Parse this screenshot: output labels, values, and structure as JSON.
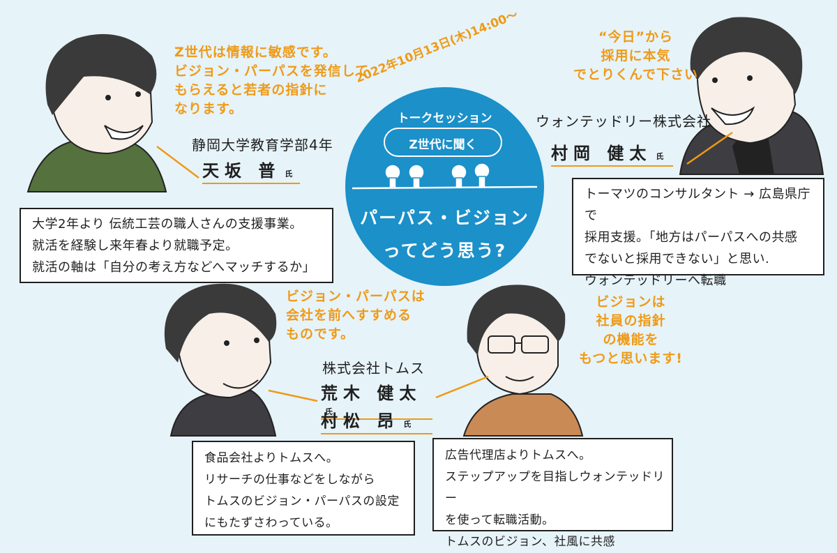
{
  "center": {
    "date": "2022年10月13日(木)14:00〜",
    "session": "トークセッション",
    "bubble": "Z世代に聞く",
    "title1": "パーパス・ビジョン",
    "title2": "ってどう思う?"
  },
  "people": {
    "amasaka": {
      "quote": "Z世代は情報に敏感です。\nビジョン・パーパスを発信して\nもらえると若者の指針に\nなります。",
      "org": "静岡大学教育学部4年",
      "name": "天坂 普",
      "honorific": "氏",
      "bio": "大学2年より 伝統工芸の職人さんの支援事業。\n就活を経験し来年春より就職予定。\n就活の軸は「自分の考え方などへマッチするか」"
    },
    "muraoka": {
      "quote": "“今日”から\n採用に本気\nでとりくんで下さい",
      "org": "ウォンテッドリー株式会社",
      "name": "村岡 健太",
      "honorific": "氏",
      "bio": "トーマツのコンサルタント → 広島県庁で\n採用支援。「地方はパーパスへの共感\nでないと採用できない」と思い.\nウォンテッドリーへ転職"
    },
    "tms": {
      "quote": "ビジョン・パーパスは\n会社を前へすすめる\nものです。",
      "org": "株式会社トムス",
      "name1": "荒木 健太",
      "name2": "村松 昂",
      "honorific": "氏",
      "bio": " 食品会社よりトムスへ。\nリサーチの仕事などをしながら\nトムスのビジョン・パーパスの設定\nにもたずさわっている。"
    },
    "glasses": {
      "quote": "ビジョンは\n社員の指針\nの機能を\nもつと思います!",
      "bio": "広告代理店よりトムスへ。\nステップアップを目指しウォンテッドリー\nを使って転職活動。\nトムスのビジョン、社風に共感"
    }
  },
  "colors": {
    "accent": "#ef9a16",
    "circle": "#1b90c9",
    "background": "#e6f3f9",
    "ink": "#1f1f1f"
  }
}
